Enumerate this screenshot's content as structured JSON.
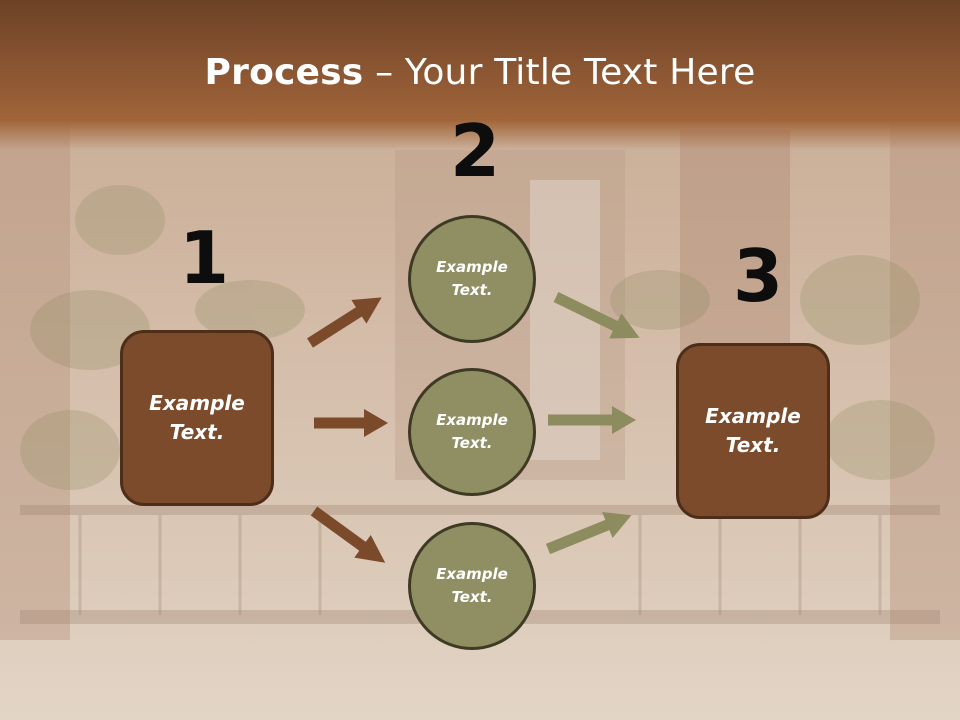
{
  "title": {
    "bold": "Process",
    "rest": " – Your Title Text Here"
  },
  "steps": {
    "n1": "1",
    "n2": "2",
    "n3": "3"
  },
  "nodes": {
    "left_box": {
      "line1": "Example",
      "line2": "Text."
    },
    "circle_top": {
      "line1": "Example",
      "line2": "Text."
    },
    "circle_mid": {
      "line1": "Example",
      "line2": "Text."
    },
    "circle_bot": {
      "line1": "Example",
      "line2": "Text."
    },
    "right_box": {
      "line1": "Example",
      "line2": "Text."
    }
  },
  "colors": {
    "header_brown": "#8a5532",
    "box_fill": "#7b4b2c",
    "circle_fill": "#8f8f63",
    "arrow_brown": "#7a4a2a",
    "arrow_olive": "#8d8c5e"
  }
}
